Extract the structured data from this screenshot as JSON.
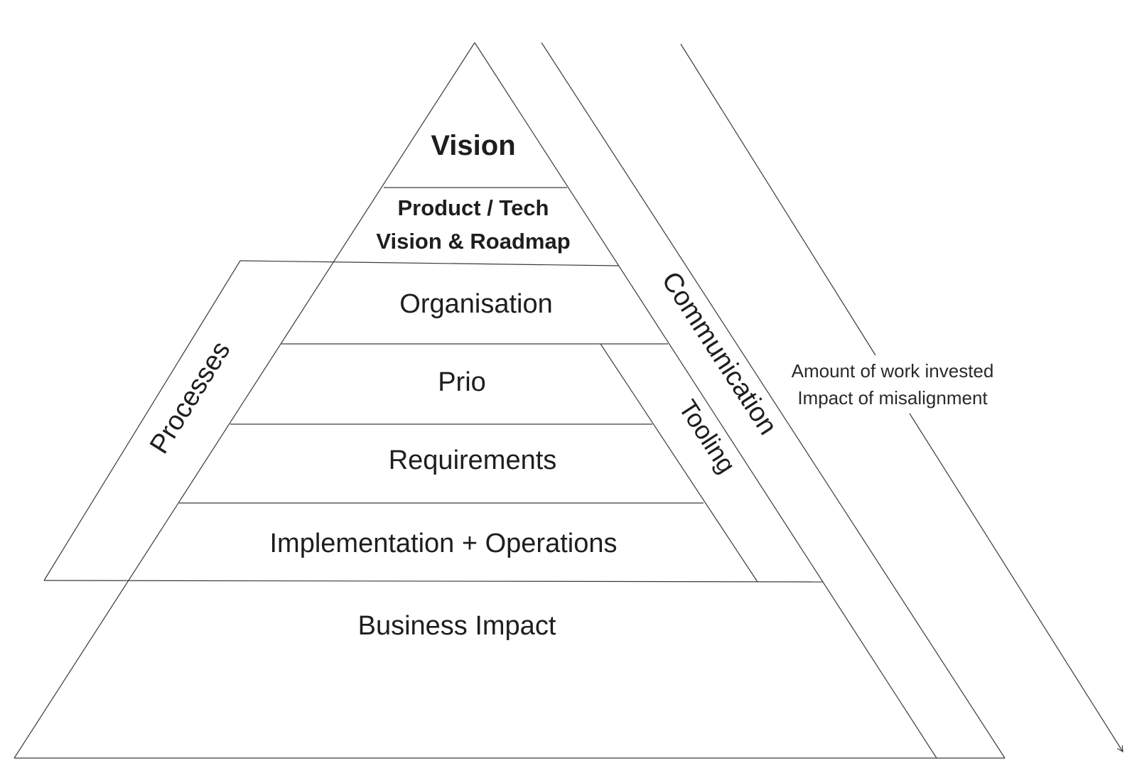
{
  "pyramid": {
    "layers": [
      {
        "label": "Vision"
      },
      {
        "lines": [
          "Product / Tech",
          "Vision & Roadmap"
        ]
      },
      {
        "label": "Organisation"
      },
      {
        "label": "Prio"
      },
      {
        "label": "Requirements"
      },
      {
        "label": "Implementation + Operations"
      },
      {
        "label": "Business Impact"
      }
    ]
  },
  "side_bands": {
    "processes": "Processes",
    "tooling": "Tooling",
    "communication": "Communication"
  },
  "arrow_note": {
    "line1": "Amount of work invested",
    "line2": "Impact of misalignment"
  }
}
